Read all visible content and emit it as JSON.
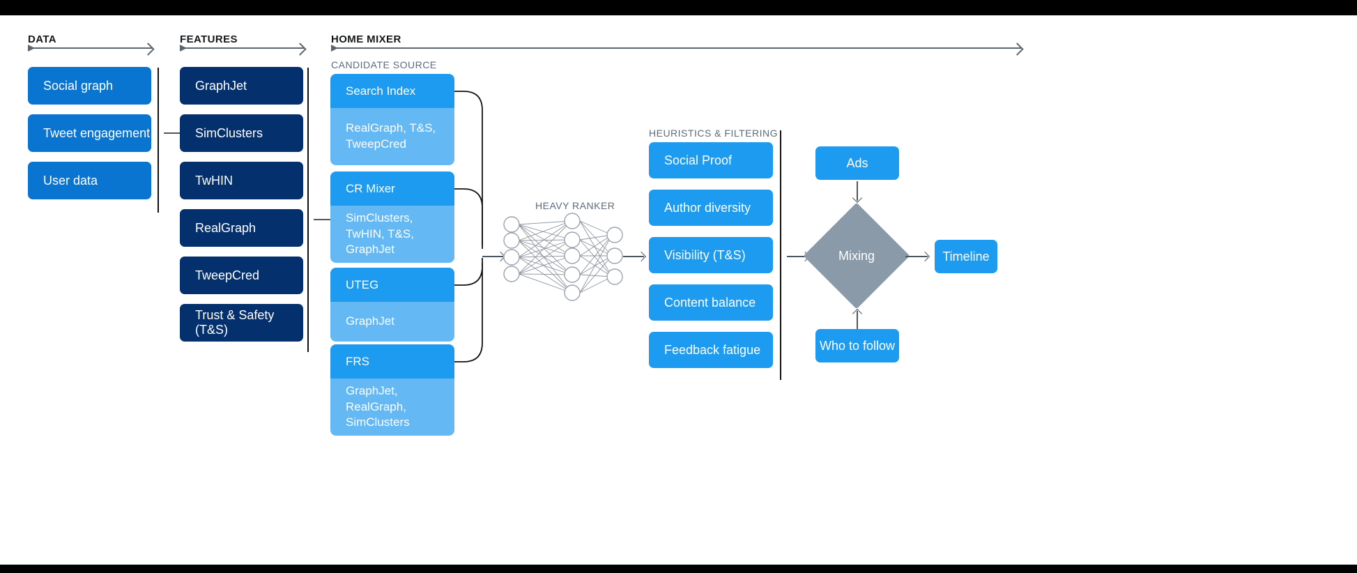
{
  "sections": {
    "data": {
      "title": "DATA"
    },
    "features": {
      "title": "FEATURES"
    },
    "home_mixer": {
      "title": "HOME MIXER"
    },
    "candidate_source": {
      "title": "CANDIDATE SOURCE"
    },
    "heavy_ranker": {
      "title": "HEAVY RANKER"
    },
    "heuristics": {
      "title": "HEURISTICS & FILTERING"
    }
  },
  "data_boxes": [
    {
      "label": "Social graph"
    },
    {
      "label": "Tweet engagement"
    },
    {
      "label": "User data"
    }
  ],
  "feature_boxes": [
    {
      "label": "GraphJet"
    },
    {
      "label": "SimClusters"
    },
    {
      "label": "TwHIN"
    },
    {
      "label": "RealGraph"
    },
    {
      "label": "TweepCred"
    },
    {
      "label": "Trust & Safety (T&S)"
    }
  ],
  "candidate_sources": [
    {
      "name": "Search Index",
      "features": "RealGraph, T&S, TweepCred"
    },
    {
      "name": "CR Mixer",
      "features": "SimClusters, TwHIN, T&S, GraphJet"
    },
    {
      "name": "UTEG",
      "features": "GraphJet"
    },
    {
      "name": "FRS",
      "features": "GraphJet, RealGraph, SimClusters"
    }
  ],
  "heuristic_boxes": [
    {
      "label": "Social Proof"
    },
    {
      "label": "Author diversity"
    },
    {
      "label": "Visibility (T&S)"
    },
    {
      "label": "Content balance"
    },
    {
      "label": "Feedback fatigue"
    }
  ],
  "mixing": {
    "ads_label": "Ads",
    "node_label": "Mixing",
    "who_to_follow_label": "Who to follow",
    "timeline_label": "Timeline"
  },
  "neural_net": {
    "input_nodes": 4,
    "hidden_nodes": 5,
    "output_nodes": 3
  },
  "colors": {
    "blue": "#0a74d1",
    "navy": "#05306e",
    "sky": "#1d9bf0",
    "light_sky": "#64b8f3",
    "grey_diamond": "#8b9aa9",
    "axis": "#5a6570",
    "background": "#ffffff",
    "letterbox": "#000000"
  }
}
